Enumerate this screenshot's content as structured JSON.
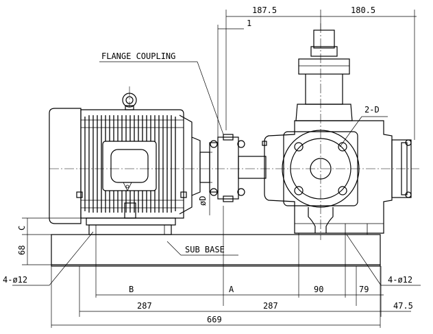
{
  "labels": {
    "flange_coupling": "FLANGE COUPLING",
    "sub_base": "SUB BASE",
    "holes_left": "4-ø12",
    "holes_right": "4-ø12",
    "port_label": "2-D",
    "shaft_dia": "øD"
  },
  "dimensions": {
    "d_187_5": "187.5",
    "d_180_5": "180.5",
    "d_1": "1",
    "d_C": "C",
    "d_68": "68",
    "d_B": "B",
    "d_A": "A",
    "d_90": "90",
    "d_79": "79",
    "d_287_left": "287",
    "d_287_right": "287",
    "d_47_5": "47.5",
    "d_669": "669"
  },
  "colors": {
    "line": "#000000",
    "background": "#ffffff"
  }
}
